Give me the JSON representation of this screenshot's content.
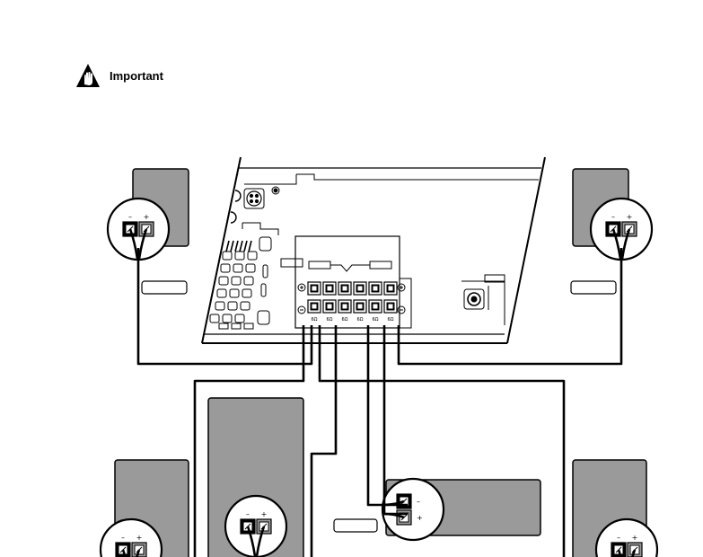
{
  "notice": {
    "title": "Important",
    "icon": "warning-hand-icon"
  },
  "terminal_labels": [
    "6Ω",
    "6Ω",
    "6Ω",
    "6Ω",
    "6Ω",
    "6Ω"
  ],
  "polarity": {
    "minus": "–",
    "plus": "+"
  },
  "colors": {
    "speaker_fill": "#9a9a9a",
    "line": "#000000",
    "background": "#ffffff"
  }
}
